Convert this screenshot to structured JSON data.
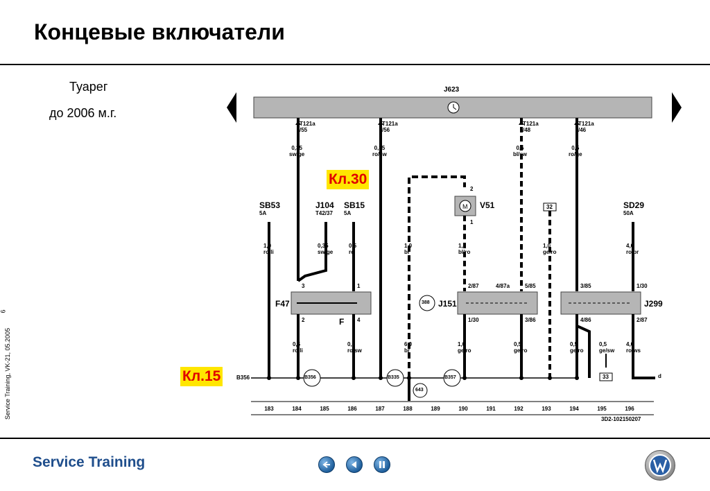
{
  "page": {
    "title": "Концевые включатели",
    "subtitle_line1": "Туарег",
    "subtitle_line2": "до 2006 м.г.",
    "side_text": "Service Training, VK-21, 05.2005",
    "page_number": "6",
    "footer_brand": "Service Training"
  },
  "callouts": {
    "kl30": "Кл.30",
    "kl15": "Кл.15"
  },
  "nav": {
    "back": "back-icon",
    "prev": "prev-icon",
    "pause": "pause-icon"
  },
  "diagram": {
    "bus_label": "J623",
    "bus_connectors": [
      {
        "pin": "T121a",
        "num": "/55",
        "wire_size": "0,35",
        "wire_color": "sw/ge"
      },
      {
        "pin": "T121a",
        "num": "/56",
        "wire_size": "0,35",
        "wire_color": "ro/sw"
      },
      {
        "pin": "T121a",
        "num": "/48",
        "wire_size": "0,5",
        "wire_color": "bl/sw"
      },
      {
        "pin": "T121a",
        "num": "/46",
        "wire_size": "0,5",
        "wire_color": "ro/ge"
      }
    ],
    "fuses": [
      {
        "name": "SB53",
        "rating": "5A",
        "wire_size": "1,0",
        "wire_color": "ro/li"
      },
      {
        "name": "J104",
        "rating": "T42/37",
        "wire_size": "0,35",
        "wire_color": "sw/ge"
      },
      {
        "name": "SB15",
        "rating": "5A",
        "wire_size": "0,5",
        "wire_color": "ro"
      },
      {
        "name": "SD29",
        "rating": "50A",
        "wire_size": "4,0",
        "wire_color": "ro/br"
      }
    ],
    "mid_wires": [
      {
        "size": "1,0",
        "color": "br"
      },
      {
        "size": "1,0",
        "color": "bl/ro"
      },
      {
        "size": "1,0",
        "color": "ge/ro"
      }
    ],
    "components": {
      "motor": "V51",
      "switch": "F47",
      "switch2": "F",
      "relay1": "J151",
      "relay2": "J299",
      "box32": "32",
      "box33": "33"
    },
    "pins": {
      "p3": "3",
      "p1": "1",
      "p2": "2",
      "p4": "4",
      "r1": "2/87",
      "r2": "4/87a",
      "r3": "5/85",
      "r4": "1/30",
      "r5": "3/86",
      "r6": "3/85",
      "r7": "1/30",
      "r8": "4/86",
      "r9": "2/87",
      "m1": "2",
      "m2": "1"
    },
    "lower_wires": [
      {
        "size": "0,5",
        "color": "ro/li"
      },
      {
        "size": "0,5",
        "color": "ro/sw"
      },
      {
        "size": "6,0",
        "color": "br"
      },
      {
        "size": "1,0",
        "color": "ge/ro"
      },
      {
        "size": "0,5",
        "color": "ge/ro"
      },
      {
        "size": "0,5",
        "color": "ge/ro"
      },
      {
        "size": "0,5",
        "color": "ge/sw"
      },
      {
        "size": "4,0",
        "color": "ro/ws"
      }
    ],
    "ground_points": [
      "B356",
      "B356",
      "B335",
      "B357",
      "388",
      "643"
    ],
    "terminal_d": "d",
    "track_numbers": [
      "183",
      "184",
      "185",
      "186",
      "187",
      "188",
      "189",
      "190",
      "191",
      "192",
      "193",
      "194",
      "195",
      "196"
    ],
    "figure_code": "3D2-102150207"
  }
}
